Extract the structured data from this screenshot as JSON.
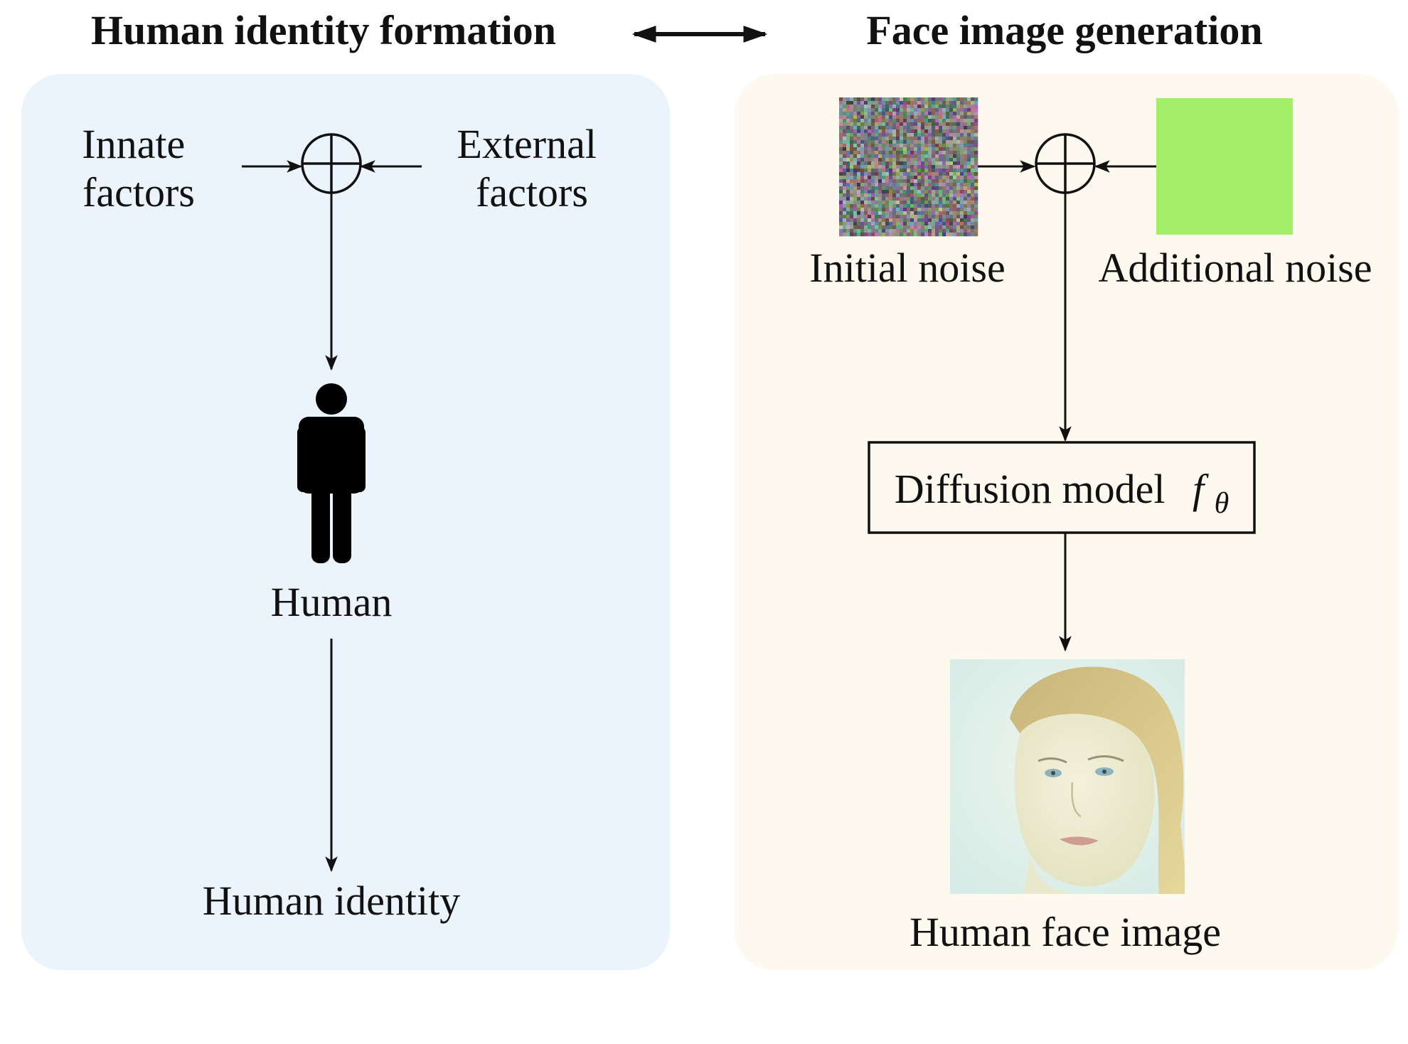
{
  "titles": {
    "left": "Human identity formation",
    "right": "Face image generation"
  },
  "left_panel": {
    "innate_line1": "Innate",
    "innate_line2": "factors",
    "external_line1": "External",
    "external_line2": "factors",
    "human_label": "Human",
    "identity_label": "Human identity"
  },
  "right_panel": {
    "initial_noise_label": "Initial noise",
    "additional_noise_label": "Additional noise",
    "model_label": "Diffusion model",
    "model_symbol": "f",
    "model_subscript": "θ",
    "face_label": "Human face image"
  },
  "colors": {
    "left_panel_bg": "#ebf3fd",
    "right_panel_bg": "#fdf9ee",
    "additional_noise": "#a3ef67",
    "stroke": "#111111"
  },
  "icons": {
    "human": "person-icon",
    "combine": "plus-circle-icon",
    "face": "face-photo"
  }
}
